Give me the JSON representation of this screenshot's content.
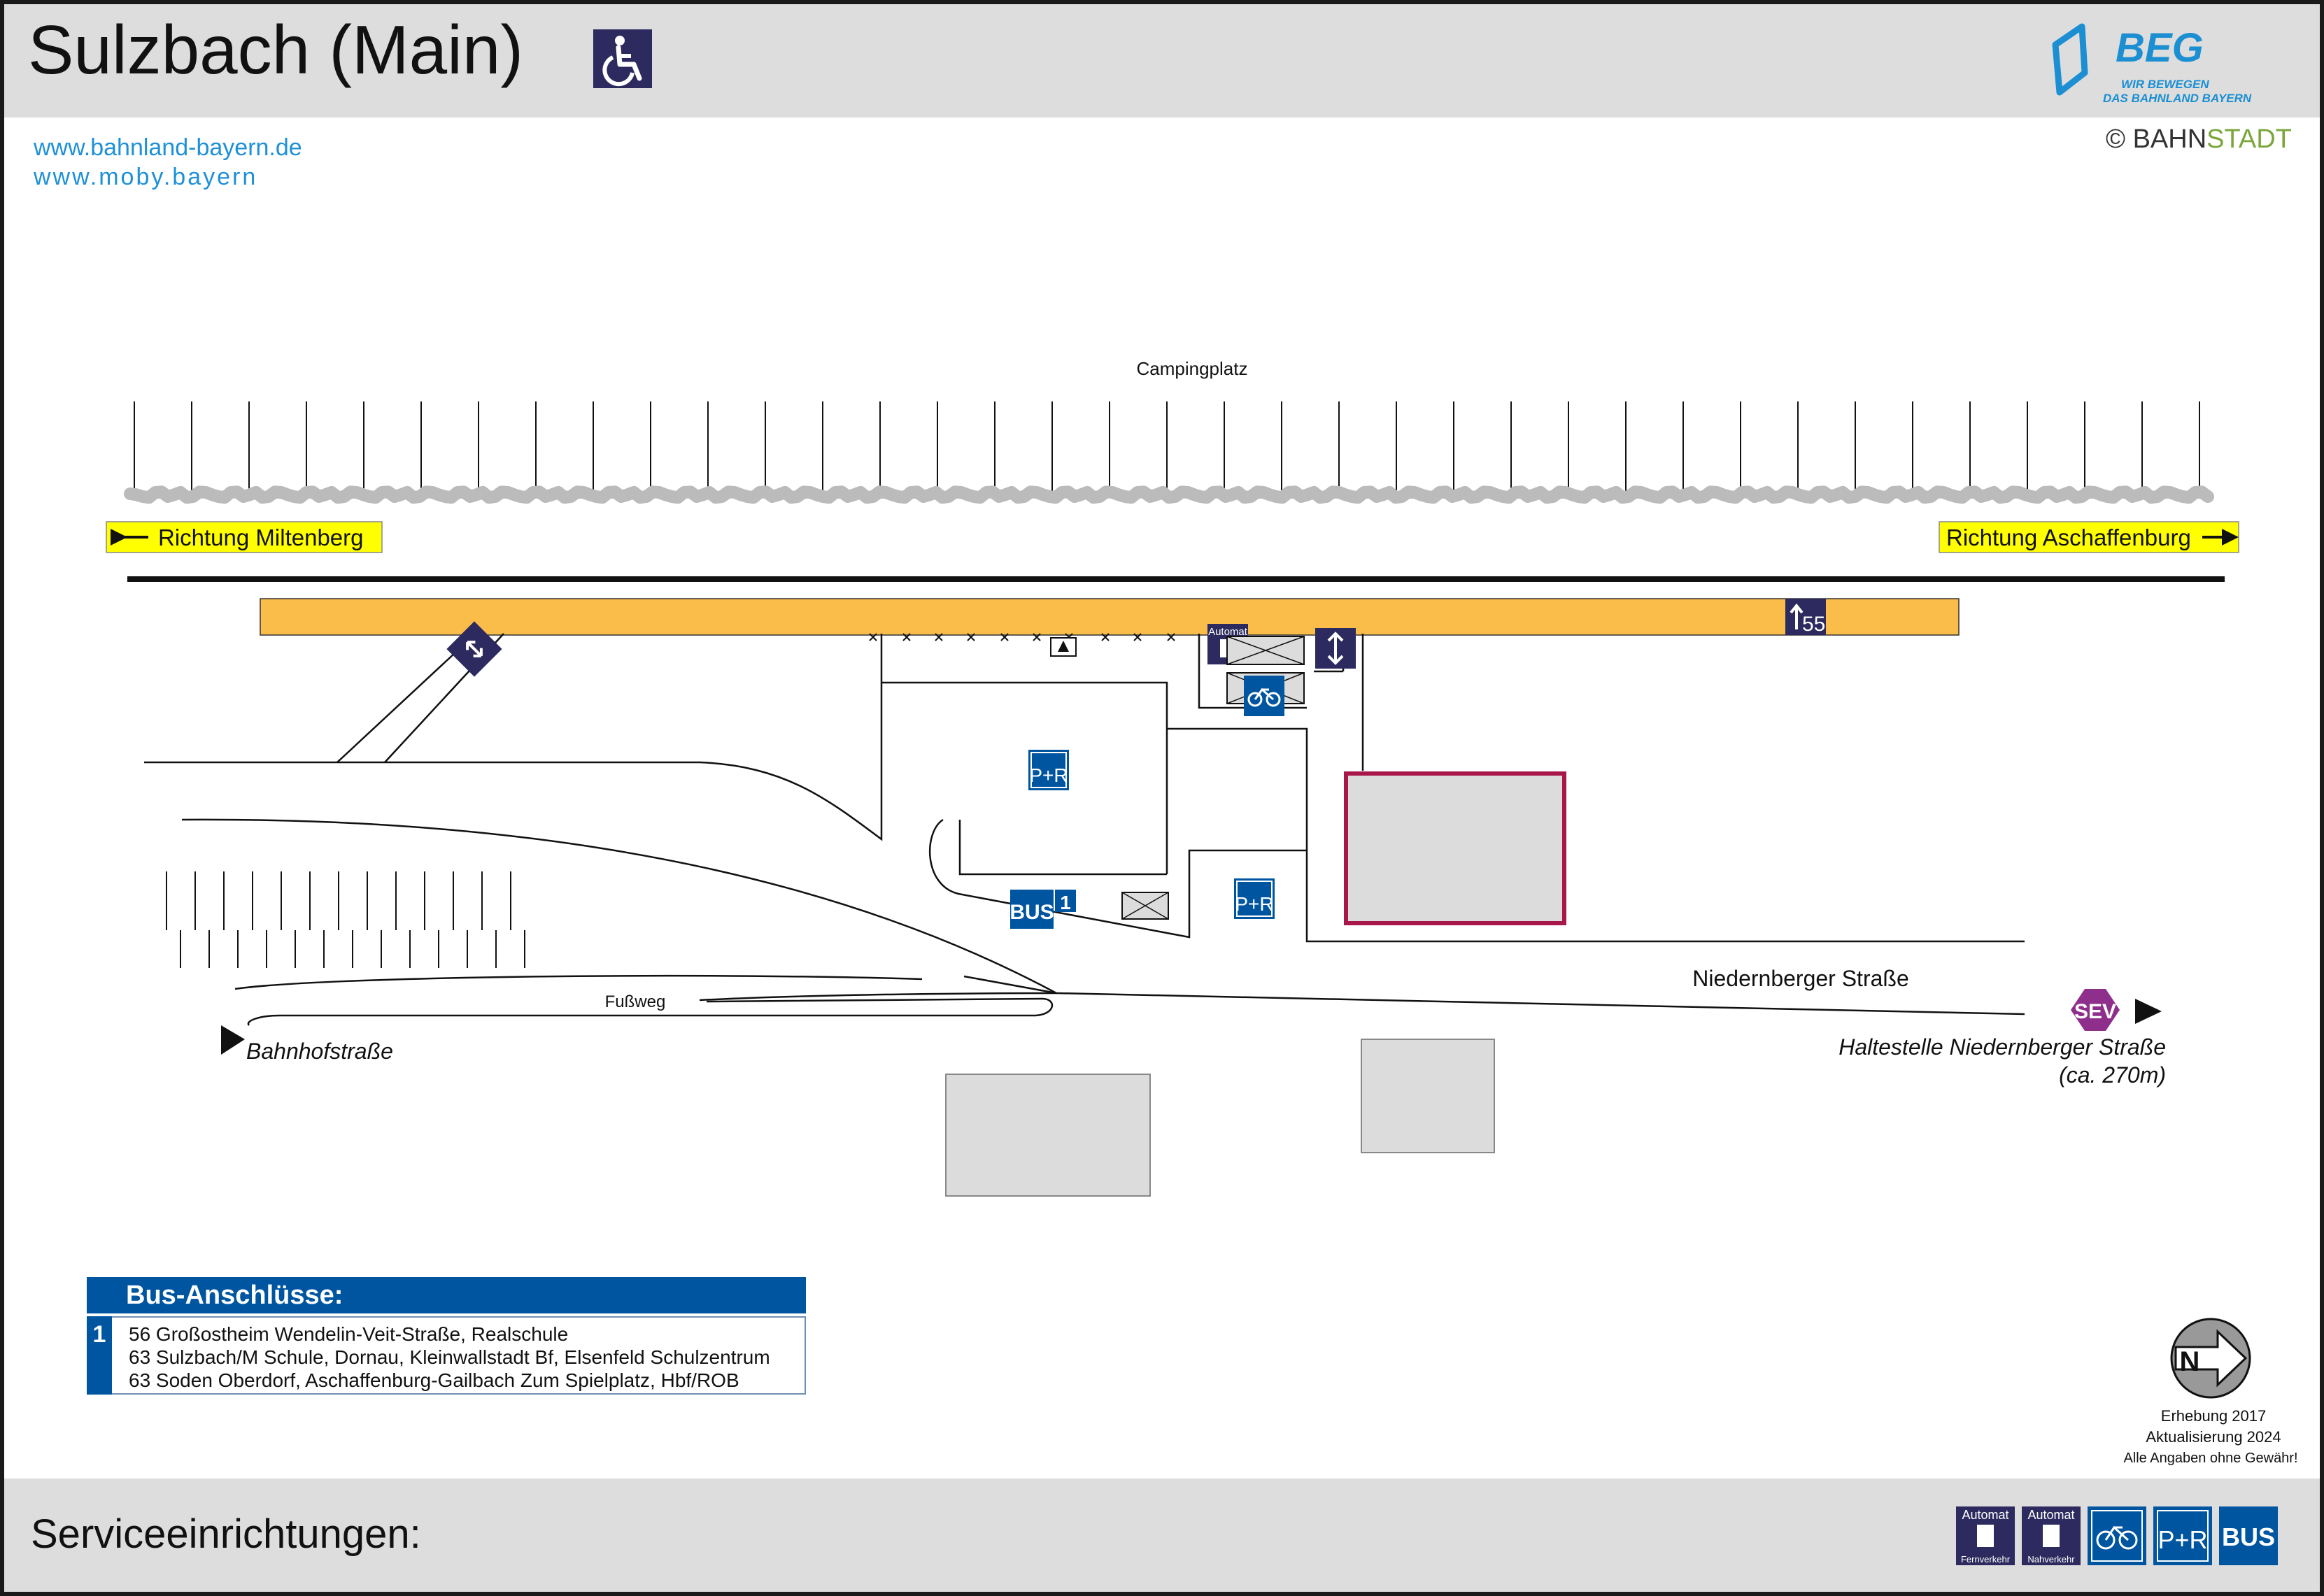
{
  "header": {
    "title": "Sulzbach (Main)",
    "accessibility_icon": "wheelchair-icon",
    "logo": {
      "brand": "BEG",
      "slogan_line1": "WIR BEWEGEN",
      "slogan_line2": "DAS BAHNLAND BAYERN"
    }
  },
  "links": {
    "link1": "www.bahnland-bayern.de",
    "link2": "www.moby.bayern"
  },
  "copyright": {
    "symbol": "©",
    "part1": "BAHN",
    "part2": "STADT"
  },
  "map": {
    "campingplatz": "Campingplatz",
    "direction_left": "Richtung Miltenberg",
    "direction_right": "Richtung Aschaffenburg",
    "platform_number": "55",
    "street_niedernberger": "Niedernberger Straße",
    "fussweg": "Fußweg",
    "bahnhofstrasse": "Bahnhofstraße",
    "sev_label": "SEV",
    "sev_stop_line1": "Haltestelle Niedernberger Straße",
    "sev_stop_line2": "(ca. 270m)",
    "pr_label": "P+R",
    "bus_label": "BUS",
    "bus_stop_number": "1",
    "automat_label": "Automat",
    "north_letter": "N",
    "colors": {
      "platform": "#fbbd49",
      "pictogram_dark": "#2c2a5e",
      "pictogram_blue": "#0055a0",
      "sev": "#8e2f8c",
      "highlight_building": "#a8174a",
      "building_fill": "#dcdcdc",
      "direction_sign": "#ffff00"
    }
  },
  "bus_connections": {
    "title": "Bus-Anschlüsse:",
    "stop_number": "1",
    "lines": [
      "56 Großostheim Wendelin-Veit-Straße, Realschule",
      "63 Sulzbach/M Schule, Dornau, Kleinwallstadt Bf, Elsenfeld Schulzentrum",
      "63 Soden Oberdorf, Aschaffenburg-Gailbach Zum Spielplatz, Hbf/ROB"
    ]
  },
  "notes": {
    "erhebung": "Erhebung 2017",
    "aktualisierung": "Aktualisierung 2024",
    "disclaimer": "Alle Angaben ohne Gewähr!"
  },
  "footer": {
    "services_label": "Serviceeinrichtungen:",
    "services": [
      {
        "icon": "ticket-machine-icon",
        "top": "Automat",
        "bottom": "Fernverkehr"
      },
      {
        "icon": "ticket-machine-icon",
        "top": "Automat",
        "bottom": "Nahverkehr"
      },
      {
        "icon": "bicycle-parking-icon"
      },
      {
        "icon": "park-and-ride-icon",
        "label": "P+R"
      },
      {
        "icon": "bus-icon",
        "label": "BUS"
      }
    ]
  }
}
